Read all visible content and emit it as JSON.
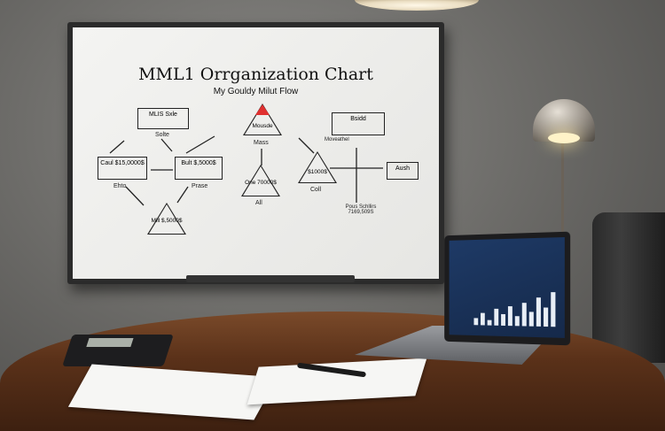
{
  "whiteboard": {
    "title": "MML1 Orrganization Chart",
    "subtitle": "My Gouldy Milut Flow",
    "nodes": [
      {
        "text": "MLIS Sxle",
        "caption": "Solte"
      },
      {
        "text": "Caul $15,0000$",
        "caption": "Ehto"
      },
      {
        "text": "Bult $,5000$",
        "caption": "Prase"
      },
      {
        "text": "Mill $,5000$"
      },
      {
        "text": "Mousde",
        "caption": "Mass"
      },
      {
        "text": "One 70000$",
        "caption": "All"
      },
      {
        "text": "$1000$",
        "caption": "Coll"
      },
      {
        "text": "Bsidd",
        "caption": "Moveathel"
      },
      {
        "text": "Aush"
      },
      {
        "text": "Pous Schllirs 7169,509S"
      }
    ],
    "accent_color": "#e03030"
  },
  "laptop": {
    "screen_color": "#1e3a66",
    "bar_values": [
      5,
      9,
      4,
      12,
      8,
      14,
      7,
      16,
      10,
      20,
      13,
      24
    ]
  }
}
